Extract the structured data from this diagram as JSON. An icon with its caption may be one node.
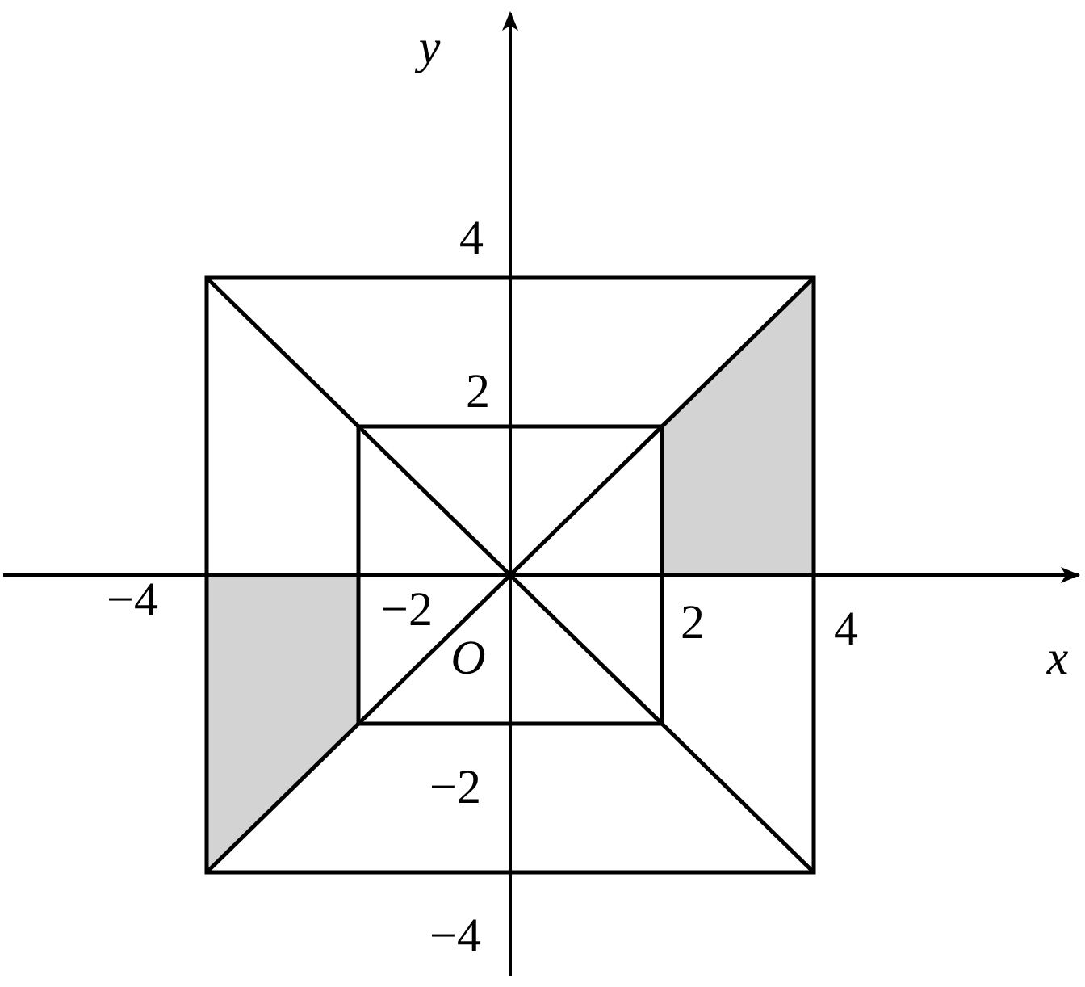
{
  "diagram": {
    "labels": [
      "y",
      "4",
      "2",
      "−4",
      "−2",
      "O",
      "2",
      "4",
      "x",
      "−2",
      "−4"
    ]
  }
}
